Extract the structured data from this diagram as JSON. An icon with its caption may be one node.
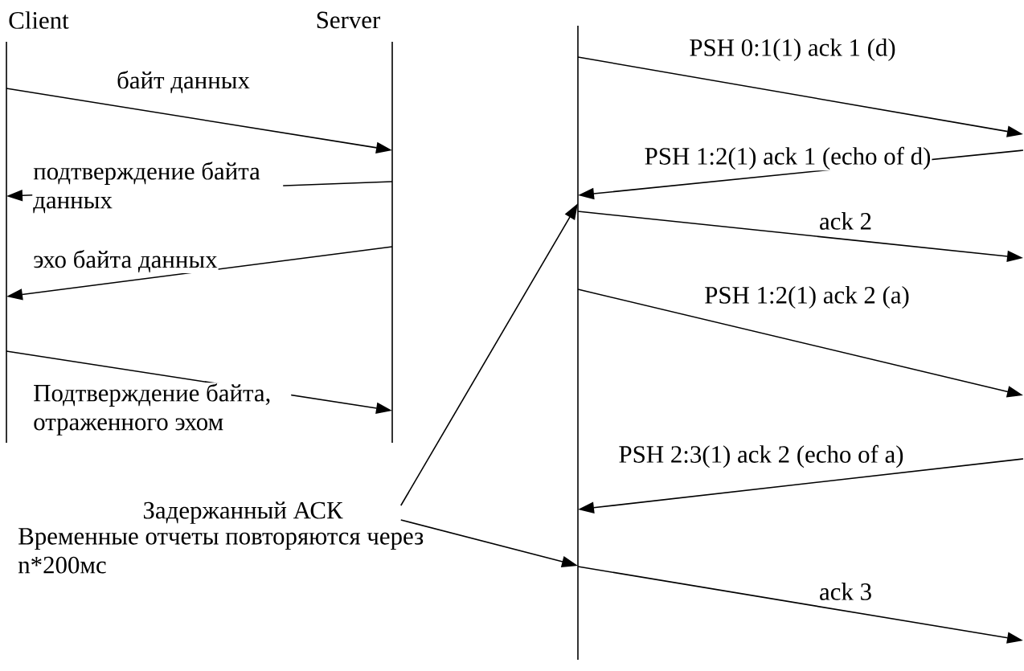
{
  "diagram": {
    "nodes": [
      {
        "text": [
          "Client"
        ]
      },
      {
        "text": [
          "Server"
        ]
      },
      {
        "text": [],
        "shape": "line"
      },
      {
        "text": [
          "Задержанный АСК"
        ],
        "beside": [
          "Временные отчеты повторяются через n*200мс"
        ]
      }
    ],
    "edges": [
      {
        "from": 0,
        "to": 1,
        "arrow": "to",
        "label": "байт данных"
      },
      {
        "from": 1,
        "to": 0,
        "arrow": "to",
        "label": "подтверждение байта данных"
      },
      {
        "from": 1,
        "to": 0,
        "arrow": "to",
        "label": "эхо байта данных"
      },
      {
        "from": 0,
        "to": 1,
        "arrow": "to",
        "label": "Подтверждение байта, отраженного эхом"
      },
      {
        "from": 3,
        "to": 2,
        "arrow": "to"
      },
      {
        "from": 3,
        "to": 2,
        "arrow": "to"
      },
      {
        "from": 2,
        "to": null,
        "arrow": "to",
        "label": "PSH 0:1(1) ack 1 (d)"
      },
      {
        "from": null,
        "to": 2,
        "arrow": "to",
        "label": "PSH 1:2(1) ack 1 (echo of d)"
      },
      {
        "from": 2,
        "to": null,
        "arrow": "to",
        "label": "ack 2"
      },
      {
        "from": 2,
        "to": null,
        "arrow": "to",
        "label": "PSH 1:2(1) ack 2 (a)"
      },
      {
        "from": null,
        "to": 2,
        "arrow": "to",
        "label": "PSH 2:3(1) ack 2 (echo of a)"
      },
      {
        "from": 2,
        "to": null,
        "arrow": "to",
        "label": "ack 3"
      }
    ]
  }
}
